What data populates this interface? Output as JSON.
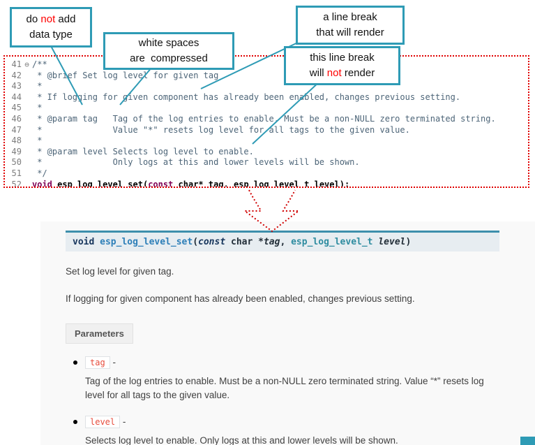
{
  "colors": {
    "callout_border_teal": "#2e9bb5",
    "highlight_red": "#ff0000",
    "code_border_dotted_red": "#e00000",
    "comment_blue_gray": "#4d6578",
    "keyword_purple": "#7f0055",
    "signature_name_blue": "#2d7fb8",
    "signature_type_teal": "#2e8ca0",
    "param_chip_red": "#e74c3c",
    "docs_background": "#f9f9f9"
  },
  "callouts": [
    {
      "name": "do-not-add-data-type",
      "lines": [
        [
          {
            "t": "do "
          },
          {
            "t": "not",
            "red": true
          },
          {
            "t": " add"
          }
        ],
        [
          {
            "t": "data type"
          }
        ]
      ]
    },
    {
      "name": "white-spaces-compressed",
      "lines": [
        [
          {
            "t": "white spaces"
          }
        ],
        [
          {
            "t": "are  compressed"
          }
        ]
      ]
    },
    {
      "name": "line-break-will-render",
      "lines": [
        [
          {
            "t": "a line break"
          }
        ],
        [
          {
            "t": "that will render"
          }
        ]
      ]
    },
    {
      "name": "line-break-will-not-render",
      "lines": [
        [
          {
            "t": "this line break"
          }
        ],
        [
          {
            "t": "will "
          },
          {
            "t": "not",
            "red": true
          },
          {
            "t": " render"
          }
        ]
      ]
    }
  ],
  "code": {
    "lines": [
      {
        "num": "41",
        "fold": "⊖",
        "segments": [
          {
            "t": "/**",
            "cls": "comment"
          }
        ]
      },
      {
        "num": "42",
        "segments": [
          {
            "t": " * @brief Set log level for given tag",
            "cls": "comment"
          }
        ]
      },
      {
        "num": "43",
        "segments": [
          {
            "t": " *",
            "cls": "comment"
          }
        ]
      },
      {
        "num": "44",
        "segments": [
          {
            "t": " * If logging for given component has already been enabled, changes previous setting.",
            "cls": "comment"
          }
        ]
      },
      {
        "num": "45",
        "segments": [
          {
            "t": " *",
            "cls": "comment"
          }
        ]
      },
      {
        "num": "46",
        "segments": [
          {
            "t": " * @param tag   Tag of the log entries to enable. Must be a non-NULL zero terminated string.",
            "cls": "comment"
          }
        ]
      },
      {
        "num": "47",
        "segments": [
          {
            "t": " *              Value \"*\" resets log level for all tags to the given value.",
            "cls": "comment"
          }
        ]
      },
      {
        "num": "48",
        "segments": [
          {
            "t": " *",
            "cls": "comment"
          }
        ]
      },
      {
        "num": "49",
        "segments": [
          {
            "t": " * @param level Selects log level to enable.",
            "cls": "comment"
          }
        ]
      },
      {
        "num": "50",
        "segments": [
          {
            "t": " *              Only logs at this and lower levels will be shown.",
            "cls": "comment"
          }
        ]
      },
      {
        "num": "51",
        "segments": [
          {
            "t": " */",
            "cls": "comment"
          }
        ]
      },
      {
        "num": "52",
        "segments": [
          {
            "t": "void",
            "cls": "kw"
          },
          {
            "t": " esp_log_level_set(",
            "cls": "codeplain"
          },
          {
            "t": "const",
            "cls": "kw"
          },
          {
            "t": " char* tag, esp_log_level_t level);",
            "cls": "codeplain"
          }
        ]
      }
    ]
  },
  "docs": {
    "signature": [
      {
        "t": "void",
        "cls": "kw"
      },
      {
        "t": " ",
        "cls": "plain"
      },
      {
        "t": "esp_log_level_set",
        "cls": "name"
      },
      {
        "t": "(",
        "cls": "plain"
      },
      {
        "t": "const",
        "cls": "const"
      },
      {
        "t": "  char ",
        "cls": "plain"
      },
      {
        "t": "*",
        "cls": "plain"
      },
      {
        "t": "tag",
        "cls": "param"
      },
      {
        "t": ", ",
        "cls": "plain"
      },
      {
        "t": "esp_log_level_t ",
        "cls": "type"
      },
      {
        "t": "level",
        "cls": "param"
      },
      {
        "t": ")",
        "cls": "plain"
      }
    ],
    "paragraphs": [
      "Set log level for given tag.",
      "If logging for given component has already been enabled, changes previous setting."
    ],
    "parameters_label": "Parameters",
    "params": [
      {
        "name": "tag",
        "dash": " -",
        "desc": "Tag of the log entries to enable. Must be a non-NULL zero terminated string. Value “*” resets log level for all tags to the given value."
      },
      {
        "name": "level",
        "dash": " -",
        "desc": "Selects log level to enable. Only logs at this and lower levels will be shown."
      }
    ]
  }
}
